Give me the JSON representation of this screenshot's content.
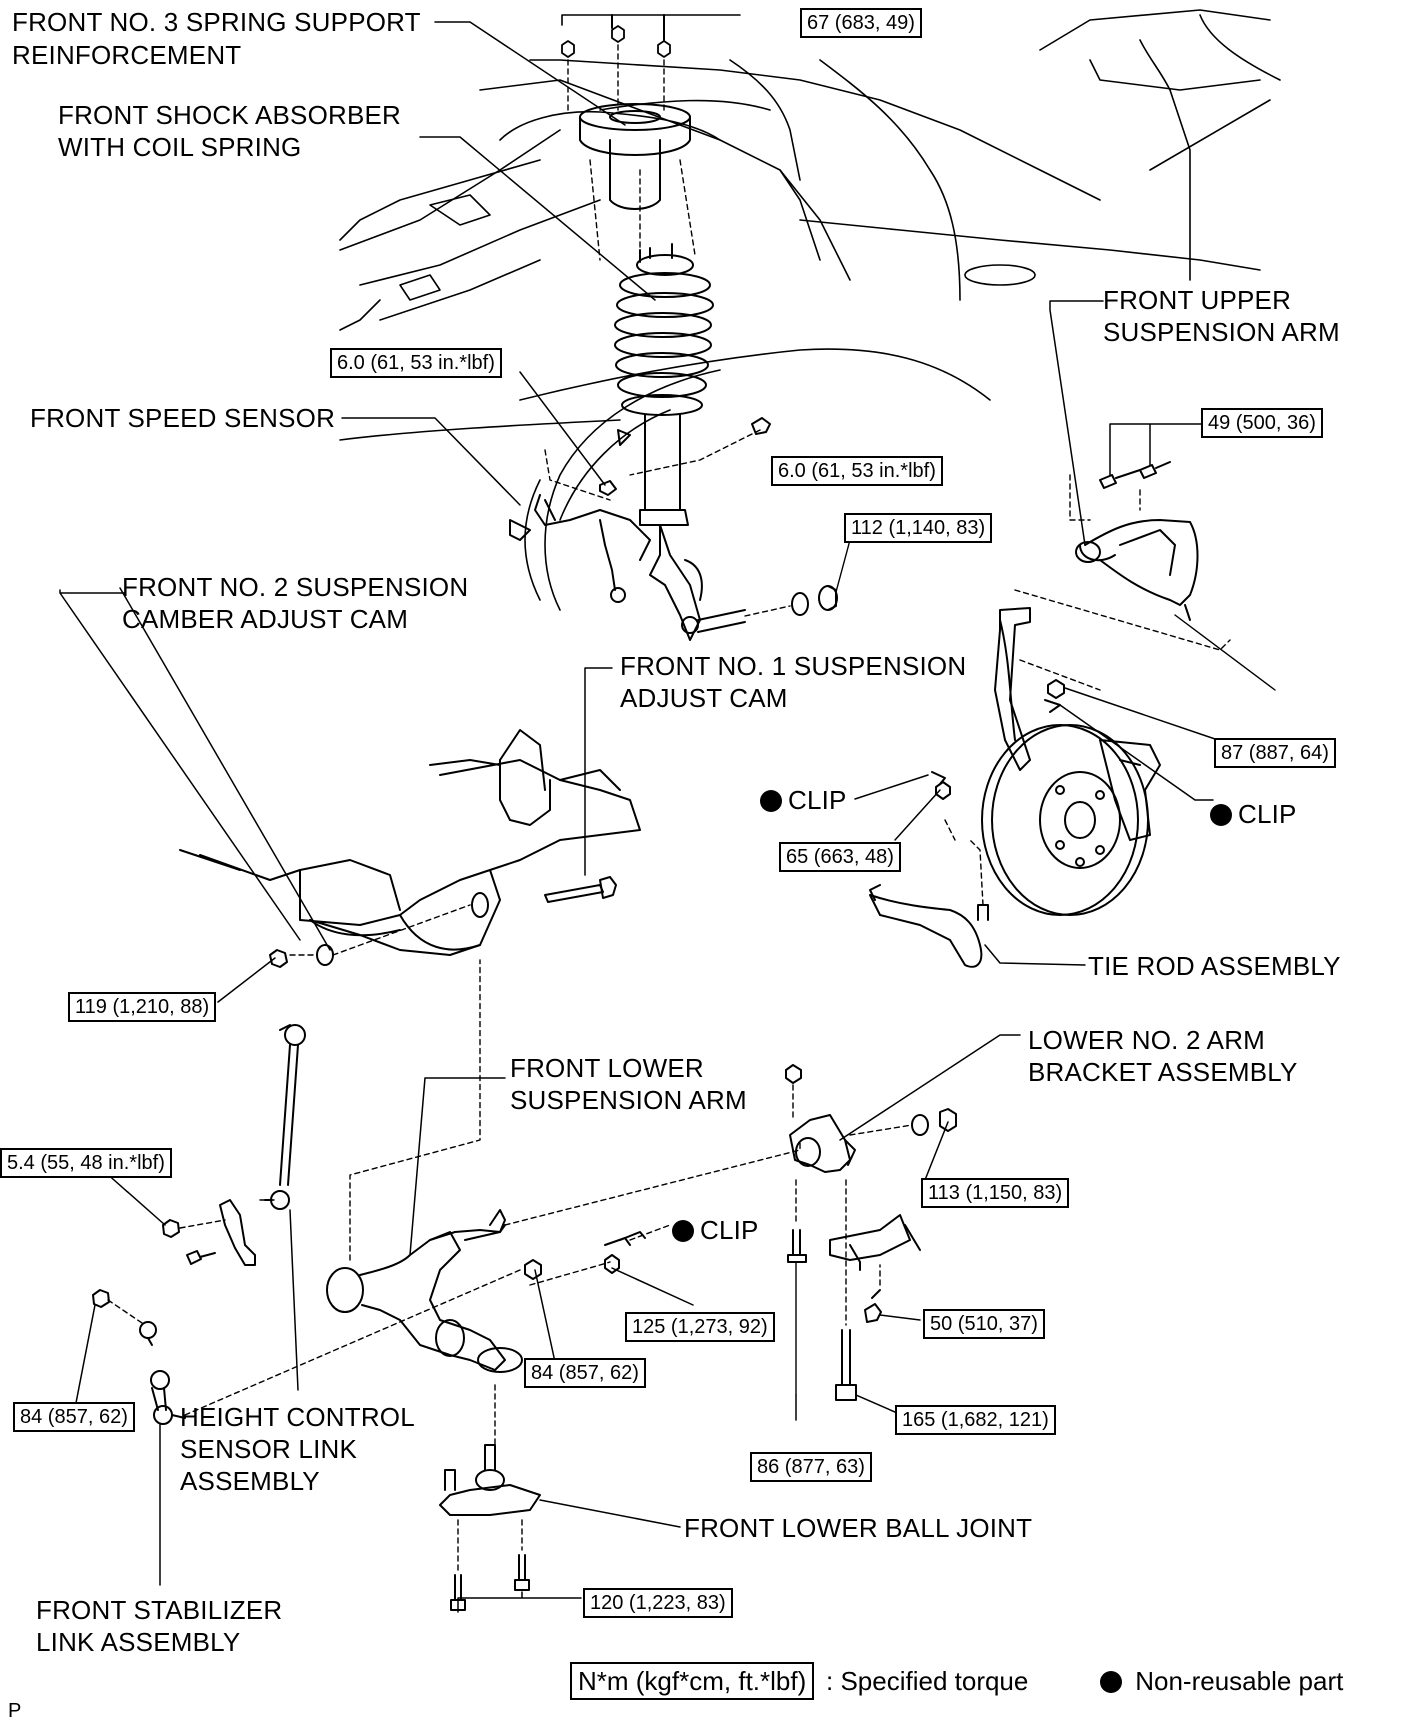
{
  "labels": {
    "spring_support": [
      "FRONT NO. 3 SPRING SUPPORT",
      "REINFORCEMENT"
    ],
    "shock_absorber": [
      "FRONT SHOCK ABSORBER",
      "WITH COIL SPRING"
    ],
    "speed_sensor": "FRONT SPEED SENSOR",
    "upper_arm": [
      "FRONT UPPER",
      "SUSPENSION ARM"
    ],
    "camber_cam": [
      "FRONT NO. 2 SUSPENSION",
      "CAMBER ADJUST CAM"
    ],
    "adjust_cam": [
      "FRONT NO. 1 SUSPENSION",
      "ADJUST CAM"
    ],
    "clip": "CLIP",
    "tie_rod": "TIE ROD ASSEMBLY",
    "lower_bracket": [
      "LOWER NO. 2 ARM",
      "BRACKET ASSEMBLY"
    ],
    "lower_arm": [
      "FRONT LOWER",
      "SUSPENSION ARM"
    ],
    "height_sensor": [
      "HEIGHT CONTROL",
      "SENSOR LINK",
      "ASSEMBLY"
    ],
    "ball_joint": "FRONT LOWER BALL JOINT",
    "stabilizer": [
      "FRONT STABILIZER",
      "LINK ASSEMBLY"
    ]
  },
  "torques": {
    "t_spring_support": "67 (683, 49)",
    "t_sensor_bolt_a": "6.0 (61, 53 in.*lbf)",
    "t_sensor_bolt_b": "6.0 (61, 53 in.*lbf)",
    "t_upper_arm": "49 (500, 36)",
    "t_shock_lower": "112 (1,140, 83)",
    "t_upper_ball": "87 (887, 64)",
    "t_tie_rod": "65 (663, 48)",
    "t_cam_nut": "119 (1,210, 88)",
    "t_height_sensor": "5.4 (55, 48 in.*lbf)",
    "t_bracket_nut": "113 (1,150, 83)",
    "t_ball_joint_nut": "125 (1,273, 92)",
    "t_bracket_bolt": "50 (510, 37)",
    "t_stab_lower": "84 (857, 62)",
    "t_stab_upper": "84 (857, 62)",
    "t_bracket_long_bolt": "165 (1,682, 121)",
    "t_bracket_vert_bolt": "86 (877, 63)",
    "t_ball_joint_bolts": "120 (1,223, 83)"
  },
  "legend": {
    "unit": "N*m (kgf*cm, ft.*lbf)",
    "unit_desc": ": Specified torque",
    "nonreusable": "Non-reusable part"
  },
  "page_mark": "P",
  "colors": {
    "ink": "#000000",
    "paper": "#ffffff"
  }
}
